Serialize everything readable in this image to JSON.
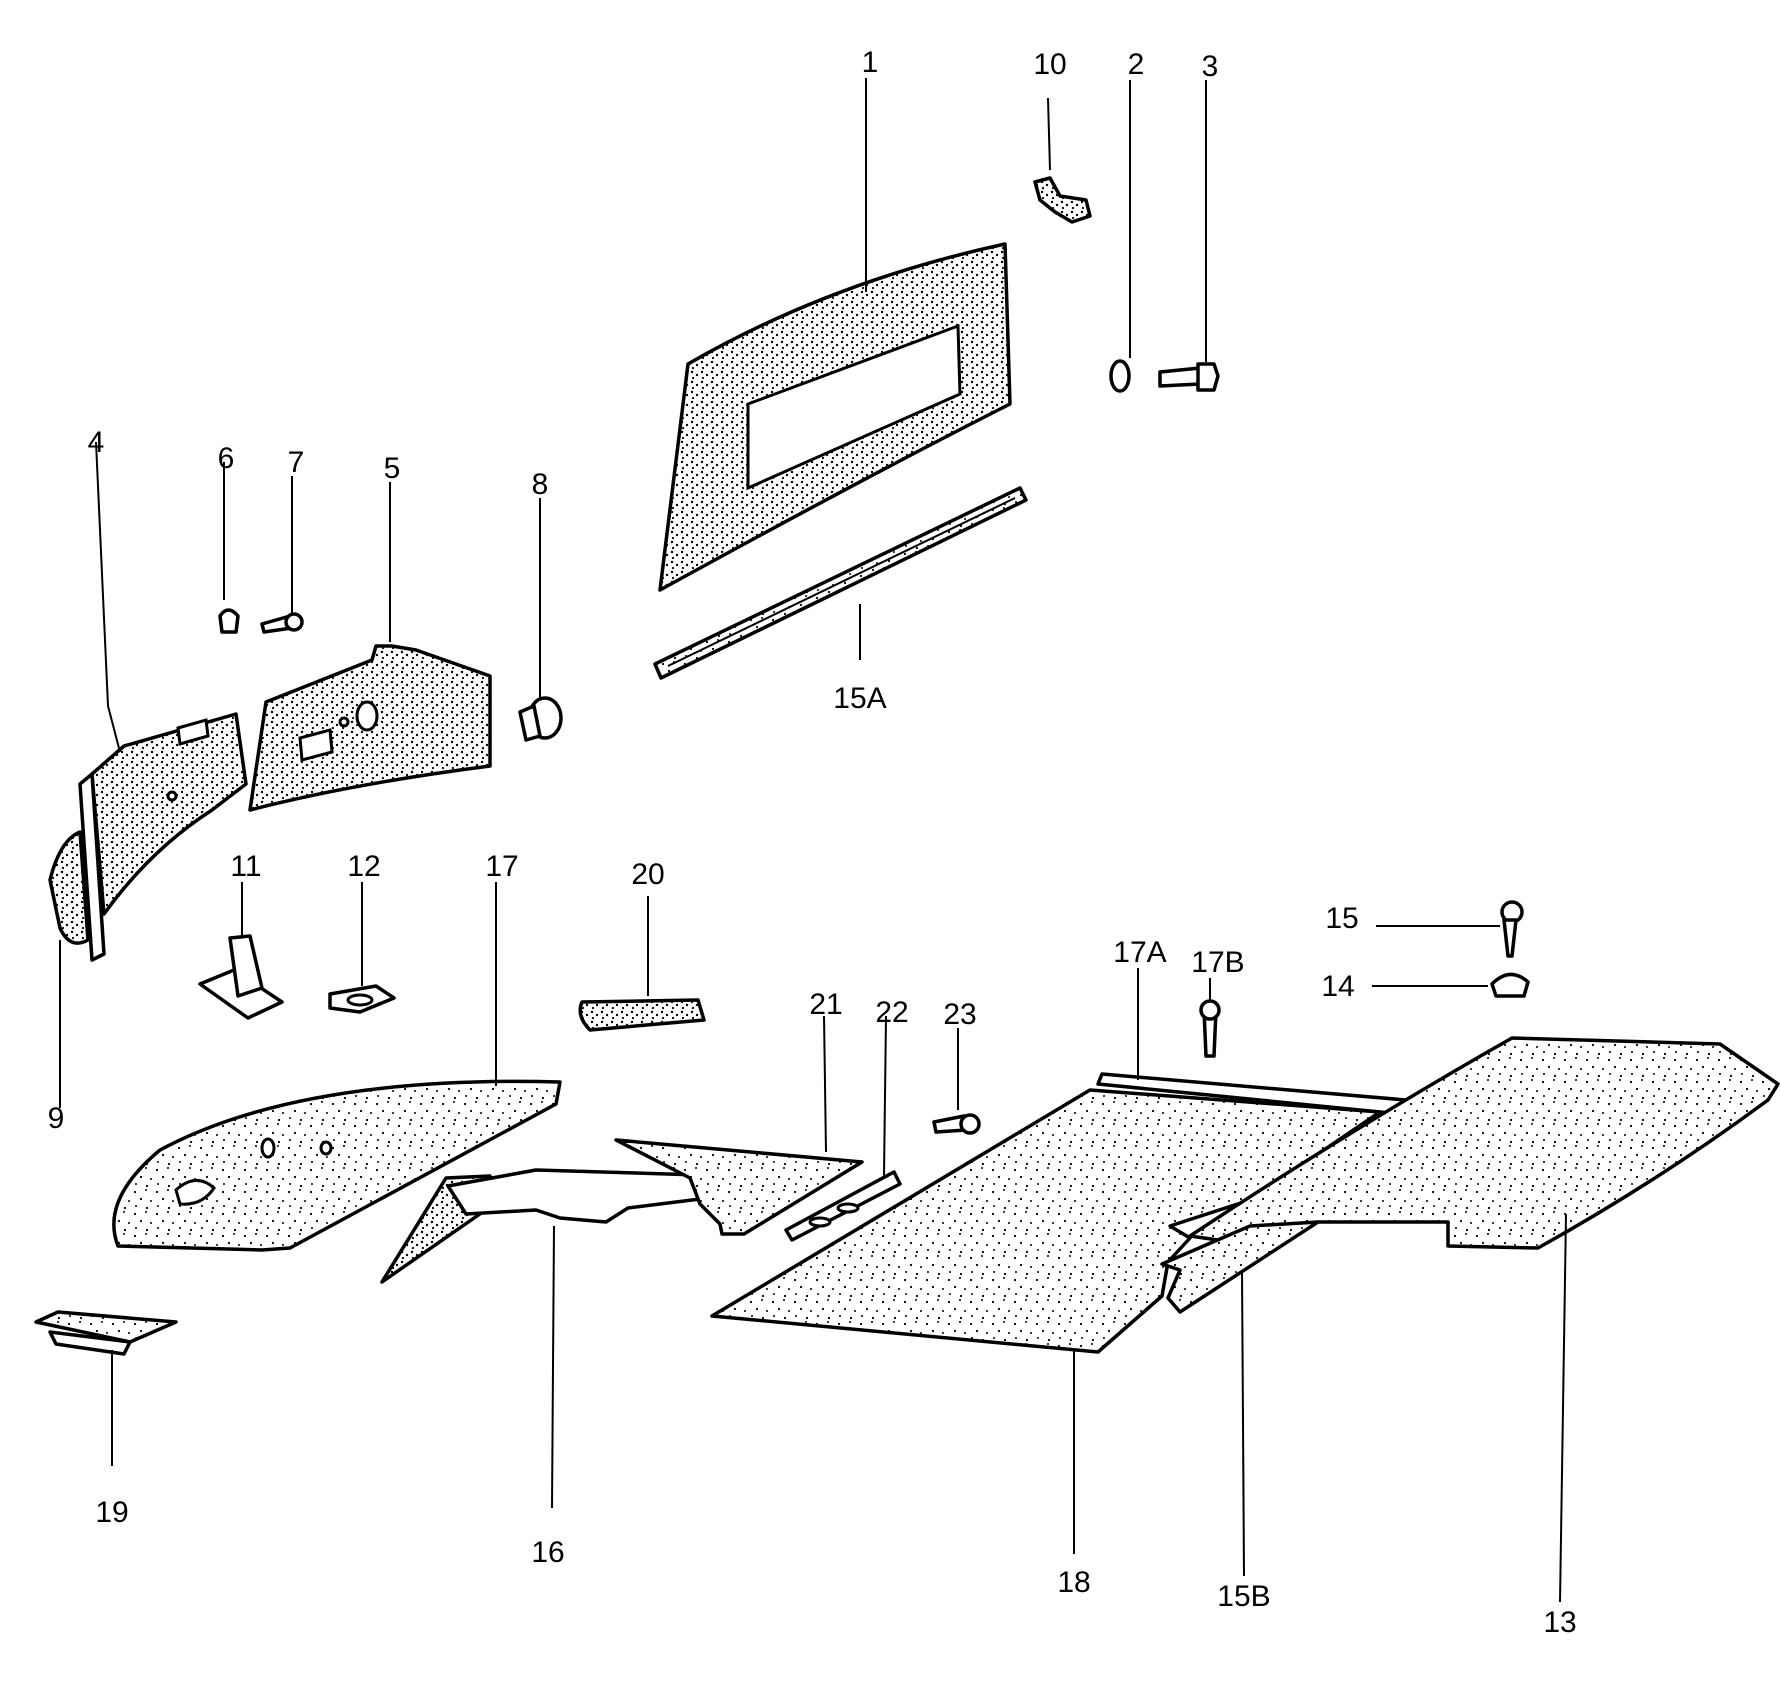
{
  "callouts": [
    "1",
    "2",
    "3",
    "4",
    "5",
    "6",
    "7",
    "8",
    "9",
    "10",
    "11",
    "12",
    "13",
    "14",
    "15",
    "15A",
    "15B",
    "16",
    "17",
    "17A",
    "17B",
    "18",
    "19",
    "20",
    "21",
    "22",
    "23"
  ],
  "colors": {
    "line": "#000000",
    "background": "#ffffff"
  }
}
